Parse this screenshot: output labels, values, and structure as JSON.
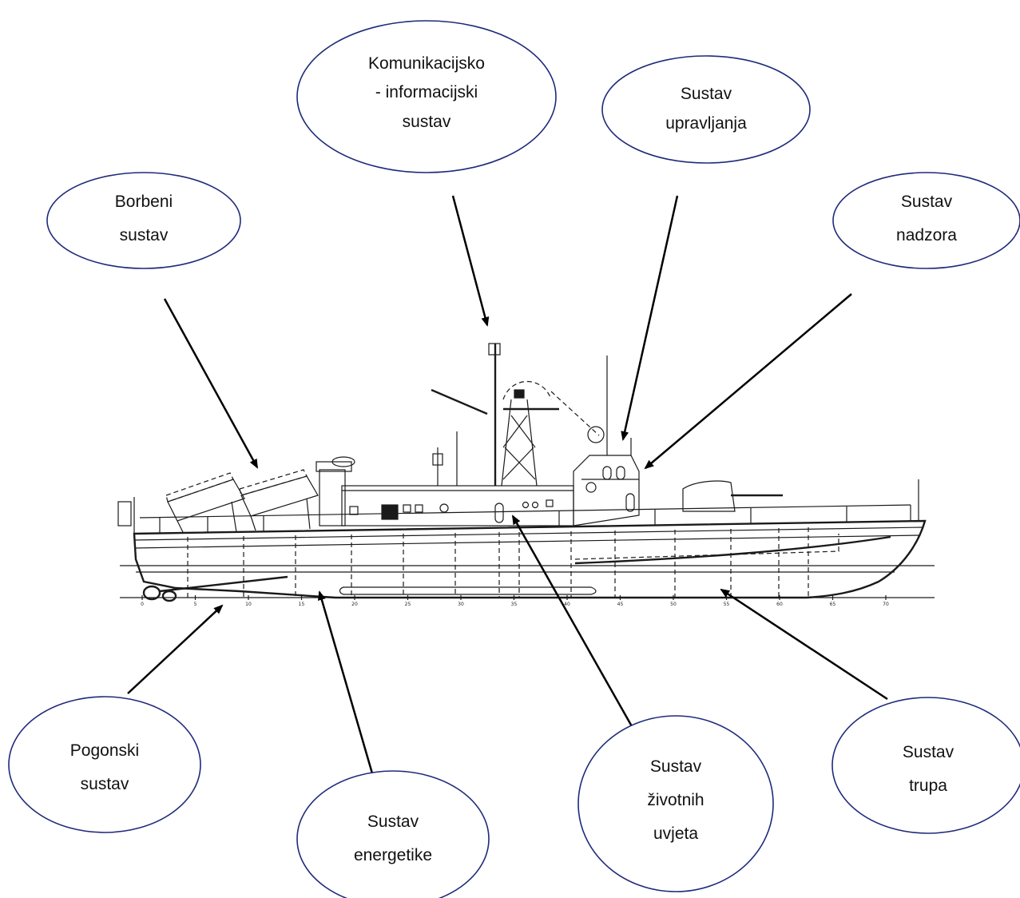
{
  "diagram": {
    "colors": {
      "bubble_stroke": "#1f2a7a",
      "arrow": "#000000",
      "ship_line": "#1a1a1a"
    },
    "bubbles": [
      {
        "id": "komunikacijsko",
        "lines": [
          "Komunikacijsko",
          "- informacijski",
          "sustav"
        ]
      },
      {
        "id": "upravljanja",
        "lines": [
          "Sustav",
          "upravljanja"
        ]
      },
      {
        "id": "borbeni",
        "lines": [
          "Borbeni",
          "sustav"
        ]
      },
      {
        "id": "nadzora",
        "lines": [
          "Sustav",
          "nadzora"
        ]
      },
      {
        "id": "pogonski",
        "lines": [
          "Pogonski",
          "sustav"
        ]
      },
      {
        "id": "energetike",
        "lines": [
          "Sustav",
          "energetike"
        ]
      },
      {
        "id": "zivotnih",
        "lines": [
          "Sustav",
          "životnih",
          "uvjeta"
        ]
      },
      {
        "id": "trupa",
        "lines": [
          "Sustav",
          "trupa"
        ]
      }
    ],
    "ship_scale_ticks": [
      "0",
      "5",
      "10",
      "15",
      "20",
      "25",
      "30",
      "35",
      "40",
      "45",
      "50",
      "55",
      "60",
      "65",
      "70"
    ]
  }
}
